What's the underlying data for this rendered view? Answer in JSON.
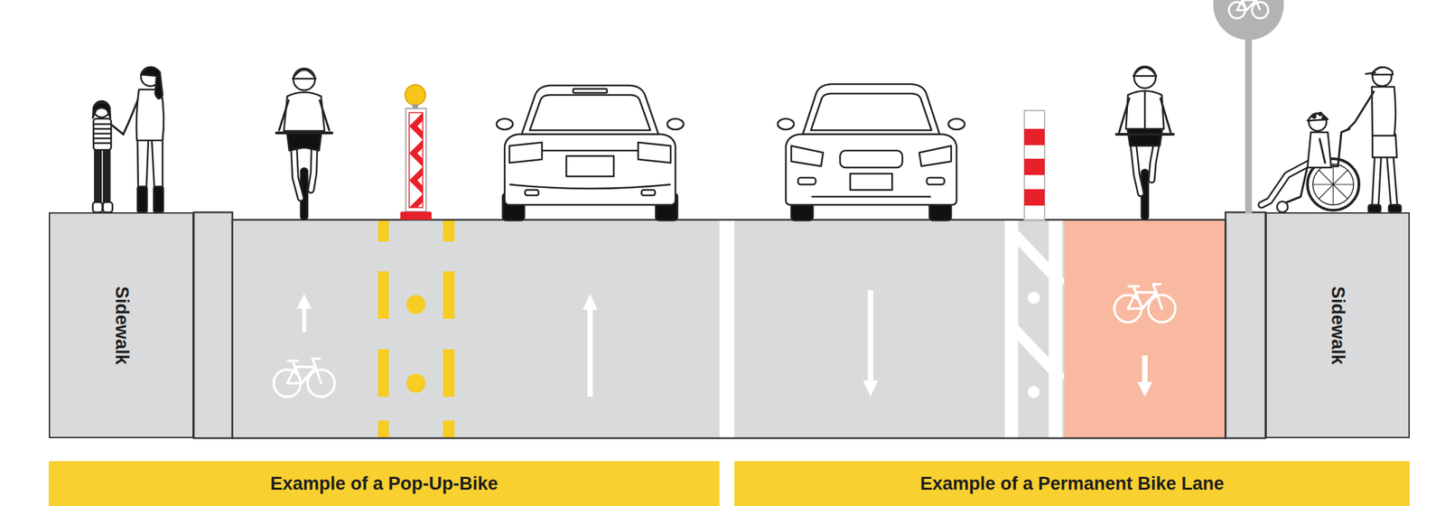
{
  "diagram": {
    "nodes": [
      {
        "text": [
          "Sidewalk"
        ]
      },
      {
        "text": [
          "Sidewalk"
        ]
      },
      {
        "text": [
          "Example of a Pop-Up-Bike"
        ]
      },
      {
        "text": [
          "Example of a Permanent Bike Lane"
        ]
      }
    ]
  }
}
